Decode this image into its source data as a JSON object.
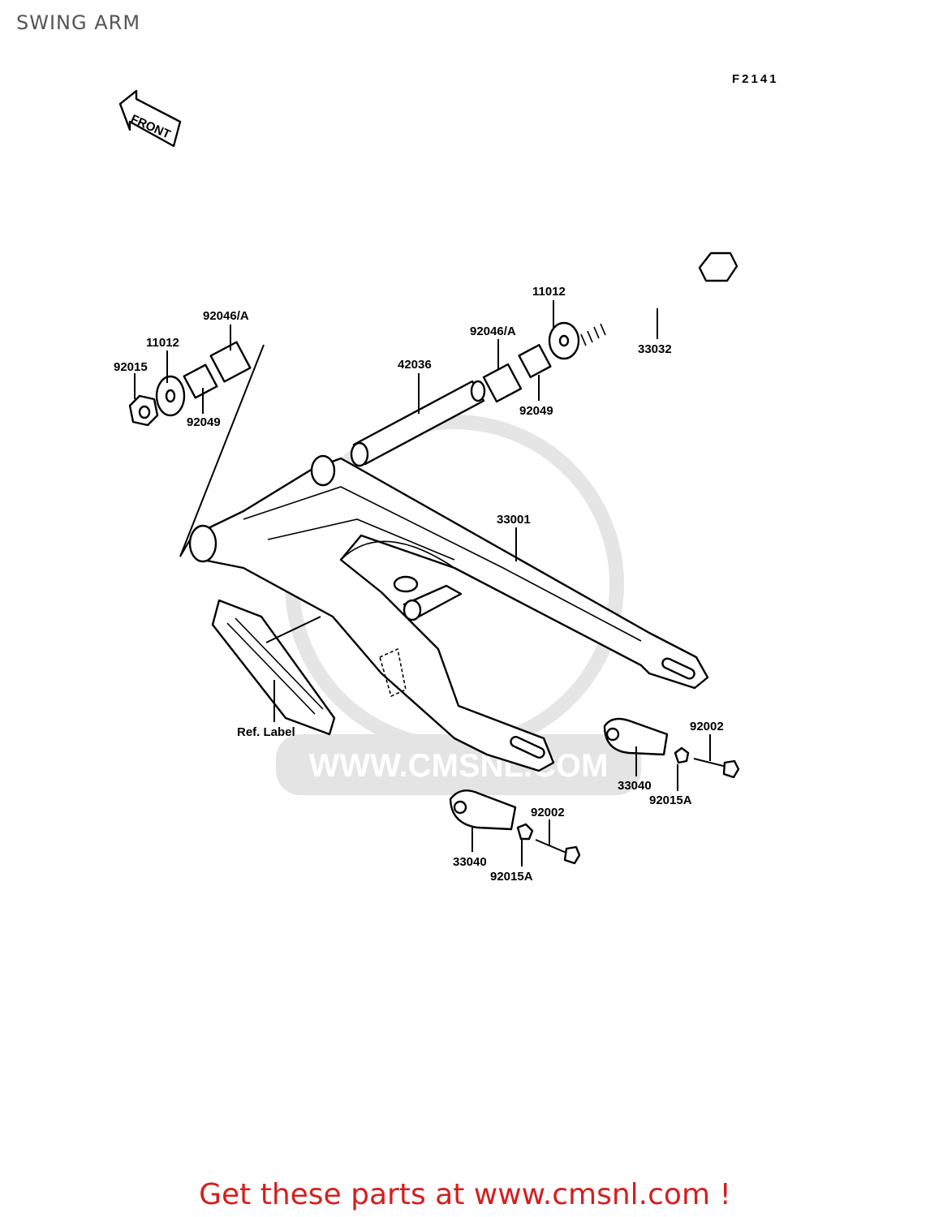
{
  "header": {
    "title": "SWING ARM",
    "figure_code": "F2141"
  },
  "front_arrow": {
    "label": "FRONT"
  },
  "watermark": {
    "text": "WWW.CMSNL.COM"
  },
  "callouts": [
    {
      "id": "c-92046-left",
      "part": "92046/A"
    },
    {
      "id": "c-11012-left",
      "part": "11012"
    },
    {
      "id": "c-92015-left",
      "part": "92015"
    },
    {
      "id": "c-92049-left",
      "part": "92049"
    },
    {
      "id": "c-42036",
      "part": "42036"
    },
    {
      "id": "c-92046-right",
      "part": "92046/A"
    },
    {
      "id": "c-11012-right",
      "part": "11012"
    },
    {
      "id": "c-33032",
      "part": "33032"
    },
    {
      "id": "c-92049-right",
      "part": "92049"
    },
    {
      "id": "c-33001",
      "part": "33001"
    },
    {
      "id": "c-ref-label",
      "part": "Ref. Label"
    },
    {
      "id": "c-92002-right",
      "part": "92002"
    },
    {
      "id": "c-33040-right",
      "part": "33040"
    },
    {
      "id": "c-92015a-right",
      "part": "92015A"
    },
    {
      "id": "c-92002-lower",
      "part": "92002"
    },
    {
      "id": "c-33040-lower",
      "part": "33040"
    },
    {
      "id": "c-92015a-lower",
      "part": "92015A"
    }
  ],
  "footer": {
    "promo": "Get these parts at www.cmsnl.com !"
  }
}
